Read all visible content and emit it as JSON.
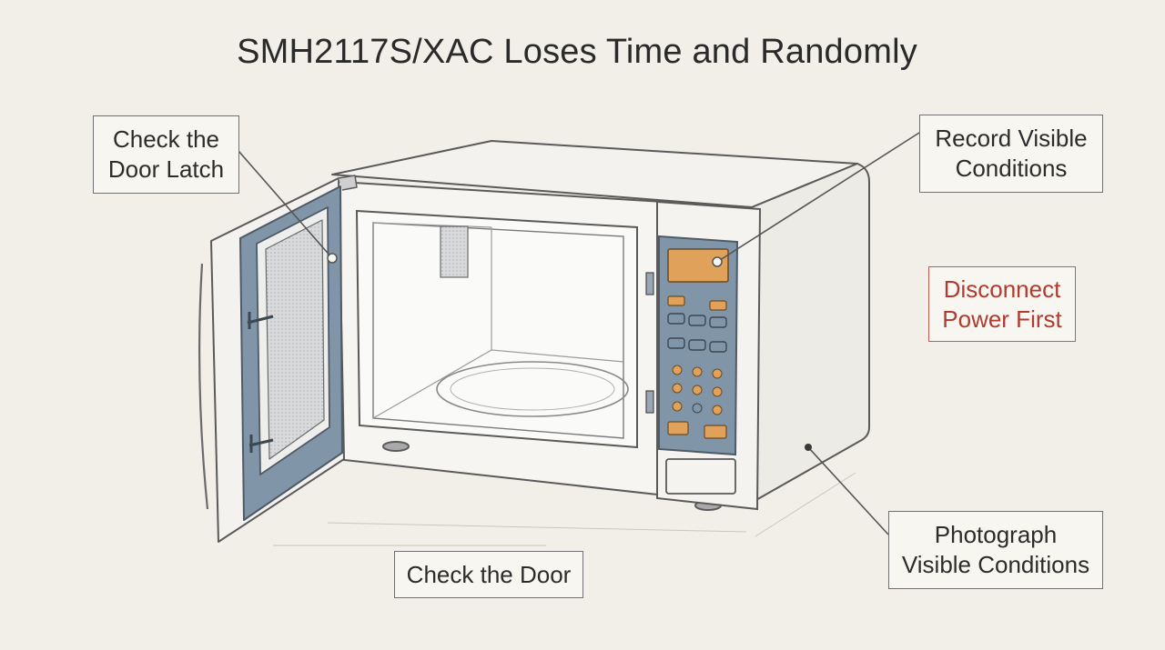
{
  "title": "SMH2117S/XAC Loses Time and Randomly",
  "callouts": {
    "door_latch": "Check the\nDoor Latch",
    "record_conditions": "Record Visible\nConditions",
    "disconnect_power": "Disconnect\nPower First",
    "photograph_conditions": "Photograph\nVisible Conditions",
    "check_door": "Check the Door"
  },
  "colors": {
    "warning": "#b23a2e",
    "panel_blue": "#8095a8",
    "display_orange": "#e0a15a",
    "outline": "#5a5a5a"
  }
}
